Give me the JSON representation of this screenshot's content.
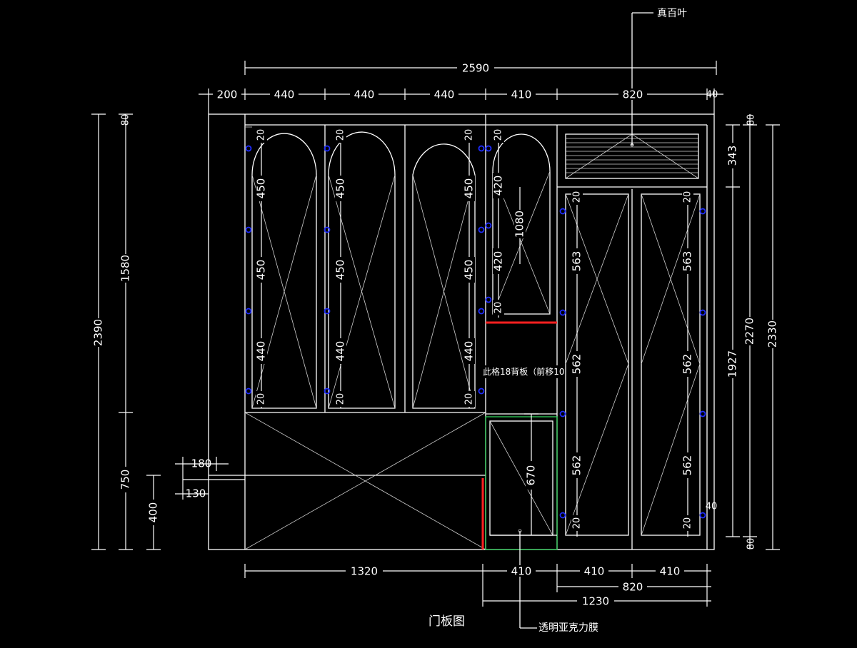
{
  "labels": {
    "louver": "真百叶",
    "back_panel": "此格18背板（前移10",
    "acrylic": "透明亚克力膜",
    "title": "门板图"
  },
  "dims": {
    "total_width": "2590",
    "top": [
      "200",
      "440",
      "440",
      "440",
      "410",
      "820",
      "40"
    ],
    "left_outer": "2390",
    "left_mid_upper": "1580",
    "left_mid_lower": "750",
    "left_inner": "400",
    "left_top": "80",
    "left_arrow_180": "180",
    "left_arrow_130": "130",
    "right_outer": "2330",
    "right_mid": "2270",
    "right_top": "80",
    "right_bottom": "80",
    "right_343": "343",
    "right_1927": "1927",
    "bottom_row1": [
      "1320",
      "410",
      "410",
      "410"
    ],
    "bottom_820": "820",
    "bottom_1230": "1230",
    "panel_col1": [
      "20",
      "450",
      "450",
      "440",
      "20"
    ],
    "panel_col2": [
      "20",
      "450",
      "450",
      "440",
      "20"
    ],
    "panel_col3": [
      "20",
      "450",
      "450",
      "440",
      "20"
    ],
    "panel_col4_left": [
      "20",
      "420",
      "420",
      "20"
    ],
    "panel_col4_right": "1080",
    "lower_box": "670",
    "right_door_left": [
      "20",
      "563",
      "562",
      "562",
      "20"
    ],
    "right_door_right": [
      "20",
      "563",
      "562",
      "562",
      "20"
    ],
    "right_40": "40"
  },
  "colors": {
    "background": "#000000",
    "line": "#ffffff",
    "highlight_red": "#ff2020",
    "highlight_green": "#2fd05a",
    "hinge_blue": "#1e2cff"
  }
}
